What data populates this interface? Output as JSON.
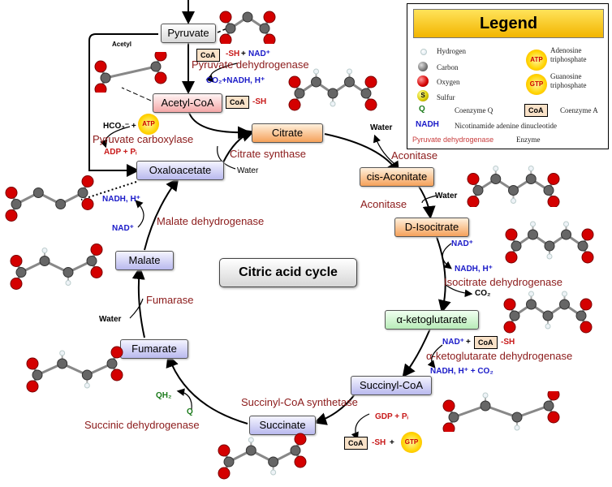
{
  "title": "Citric acid cycle",
  "nodes": {
    "pyruvate": "Pyruvate",
    "acetyl_coa": "Acetyl-CoA",
    "citrate": "Citrate",
    "cis_aconitate": "cis-Aconitate",
    "d_isocitrate": "D-Isocitrate",
    "alpha_kg": "α-ketoglutarate",
    "succinyl_coa": "Succinyl-CoA",
    "succinate": "Succinate",
    "fumarate": "Fumarate",
    "malate": "Malate",
    "oxaloacetate": "Oxaloacetate"
  },
  "enzymes": {
    "pyruvate_dh": "Pyruvate dehydrogenase",
    "pyruvate_carboxylase": "Pyruvate carboxylase",
    "citrate_synthase": "Citrate synthase",
    "aconitase_1": "Aconitase",
    "aconitase_2": "Aconitase",
    "isocitrate_dh": "Isocitrate dehydrogenase",
    "akg_dh": "α-ketoglutarate dehydrogenase",
    "succinyl_coa_synthetase": "Succinyl-CoA synthetase",
    "succinic_dh": "Succinic dehydrogenase",
    "fumarase": "Fumarase",
    "malate_dh": "Malate dehydrogenase"
  },
  "labels": {
    "acetyl": "Acetyl",
    "sh": "-SH",
    "plus": "+",
    "nad_plus": "NAD⁺",
    "co2_nadh": "CO₂+NADH, H⁺",
    "hco3": "HCO₃⁻ +",
    "adp_pi": "ADP + Pᵢ",
    "water": "Water",
    "nadh_h": "NADH, H⁺",
    "co2": "CO₂",
    "nadh_h_co2": "NADH, H⁺ + CO₂",
    "gdp_pi": "GDP + Pᵢ",
    "qh2": "QH₂",
    "q": "Q",
    "coa": "CoA",
    "atp": "ATP",
    "gtp": "GTP",
    "s": "S"
  },
  "legend": {
    "title": "Legend",
    "hydrogen": "Hydrogen",
    "carbon": "Carbon",
    "oxygen": "Oxygen",
    "sulfur": "Sulfur",
    "atp": "Adenosine triphosphate",
    "gtp": "Guanosine triphosphate",
    "q_symbol": "Q",
    "coenzyme_q": "Coenzyme Q",
    "coa_symbol": "CoA",
    "coenzyme_a": "Coenzyme A",
    "nadh_symbol": "NADH",
    "nadh": "Nicotinamide adenine dinucleotide",
    "enzyme_example": "Pyruvate dehydrogenase",
    "enzyme": "Enzyme"
  },
  "colors": {
    "enzyme": "#8b1a1a",
    "nad": "#1a1ac8",
    "atp": "#ffd400",
    "oxygen": "#d40000",
    "carbon": "#666666",
    "sulfur": "#d6c800",
    "coenzyme_q": "#1a7a1a"
  }
}
